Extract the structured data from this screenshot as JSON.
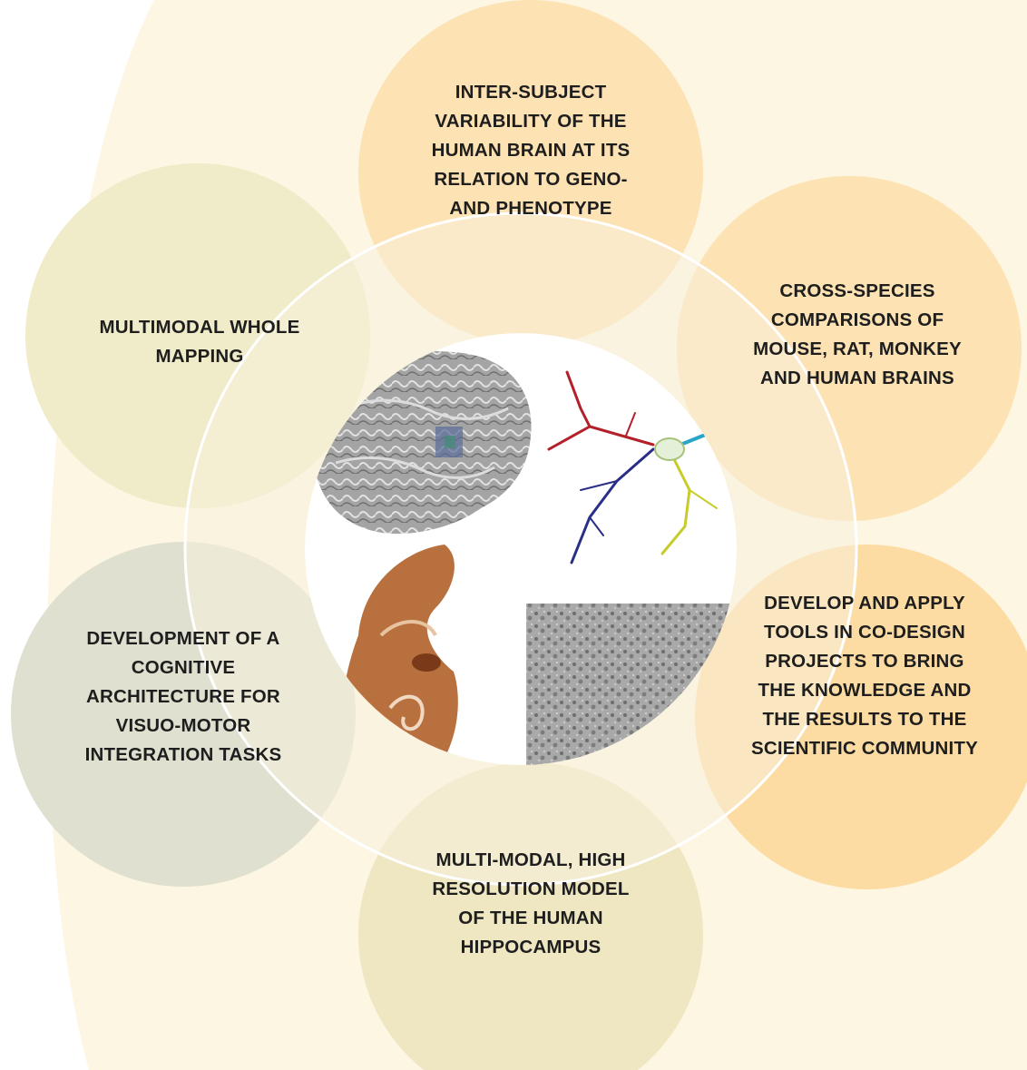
{
  "diagram": {
    "circles": [
      {
        "id": "top",
        "label": "INTER-SUBJECT VARIABILITY OF THE HUMAN BRAIN AT ITS RELATION TO GENO- AND PHENOTYPE",
        "color": "#fde2b3"
      },
      {
        "id": "right",
        "label": "CROSS-SPECIES COMPARISONS OF MOUSE, RAT, MONKEY AND HUMAN BRAINS",
        "color": "#fde2b3"
      },
      {
        "id": "lower-right",
        "label": "DEVELOP AND APPLY TOOLS IN CO-DESIGN PROJECTS TO BRING THE KNOWLEDGE AND THE RESULTS TO THE SCIENTIFIC COMMUNITY",
        "color": "#fcdca2"
      },
      {
        "id": "bottom",
        "label": "MULTI-MODAL, HIGH RESOLUTION MODEL OF THE HUMAN HIPPOCAMPUS",
        "color": "#eee7c2"
      },
      {
        "id": "lower-left",
        "label": "DEVELOPMENT OF A COGNITIVE ARCHITECTURE FOR VISUO-MOTOR INTEGRATION TASKS",
        "color": "#dfe0d0"
      },
      {
        "id": "left",
        "label": "MULTIMODAL WHOLE MAPPING",
        "color": "#f0ebc8"
      }
    ],
    "colors": {
      "background_arc": "#fdf6e3",
      "ring": "#f5f1dc",
      "center": "#ffffff",
      "cortex": "#9a9a9a",
      "section": "#b8703e",
      "em_texture": "#8c8c8c",
      "neuron_red": "#b3202a",
      "neuron_blue": "#2a2f86",
      "neuron_yellow": "#c8cc2a",
      "neuron_cyan": "#28a6c8"
    },
    "center_images": [
      "brain-surface-image",
      "neuron-tracing-image",
      "histology-section-image",
      "electron-micrograph-image"
    ]
  }
}
